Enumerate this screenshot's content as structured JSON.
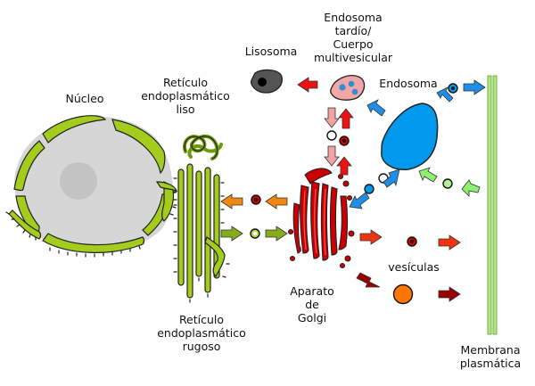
{
  "labels": {
    "nucleus": "Núcleo",
    "smooth_er": [
      "Retículo",
      "endoplasmático",
      "liso"
    ],
    "rough_er": [
      "Retículo",
      "endoplasmático",
      "rugoso"
    ],
    "lysosome": "Lisosoma",
    "late_endosome": [
      "Endosoma",
      "tardío/",
      "Cuerpo",
      "multivesicular"
    ],
    "endosome": "Endosoma",
    "golgi": [
      "Aparato",
      "de",
      "Golgi"
    ],
    "vesicles": "vesículas",
    "plasma_membrane": [
      "Membrana",
      "plasmática"
    ]
  },
  "colors": {
    "er_green": "#8cbc0c",
    "golgi_red": "#cc0000",
    "endosome_blue": "#0099ee",
    "arrow_blue": "#1e8fe8",
    "arrow_light_green": "#90ee70",
    "arrow_red": "#ee1111",
    "arrow_pink": "#f2a2a2",
    "arrow_orange": "#ee8811",
    "arrow_olive": "#84ad1c",
    "arrow_dark_red": "#990000",
    "membrane_green": "#b3e880",
    "lysosome_gray": "#555555",
    "late_endosome_pink": "#f0a0a0",
    "secretory_orange": "#ff7700"
  }
}
